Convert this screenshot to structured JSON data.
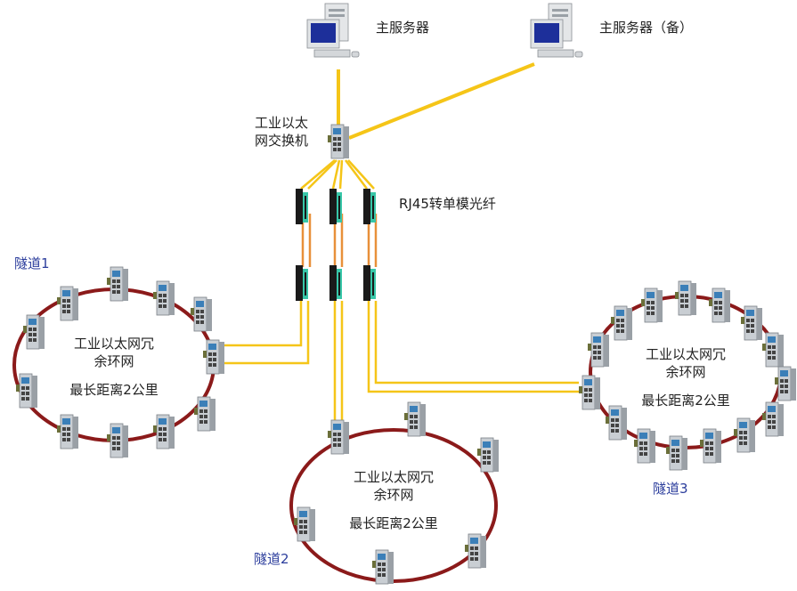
{
  "servers": {
    "main": "主服务器",
    "backup": "主服务器（备）"
  },
  "core_switch": {
    "line1": "工业以太",
    "line2": "网交换机"
  },
  "converter": {
    "label": "RJ45转单模光纤"
  },
  "rings": [
    {
      "tunnel": "隧道1",
      "title1": "工业以太网冗",
      "title2": "余环网",
      "distance": "最长距离2公里"
    },
    {
      "tunnel": "隧道2",
      "title1": "工业以太网冗",
      "title2": "余环网",
      "distance": "最长距离2公里"
    },
    {
      "tunnel": "隧道3",
      "title1": "工业以太网冗",
      "title2": "余环网",
      "distance": "最长距离2公里"
    }
  ],
  "colors": {
    "fiber": "#f5c518",
    "ring": "#8b1a1a",
    "tunnel_text": "#2b3d9c"
  }
}
